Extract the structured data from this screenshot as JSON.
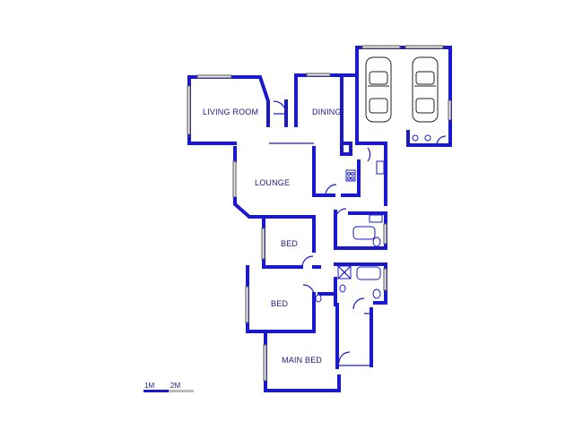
{
  "rooms": {
    "living_room": "LIVING ROOM",
    "dining": "DINING",
    "lounge": "LOUNGE",
    "bed_1": "BED",
    "bed_2": "BED",
    "main_bed": "MAIN BED"
  },
  "scale": {
    "label_1": "1M",
    "label_2": "2M"
  },
  "colors": {
    "wall": "#1a1acc",
    "label": "#1a1a8a"
  }
}
